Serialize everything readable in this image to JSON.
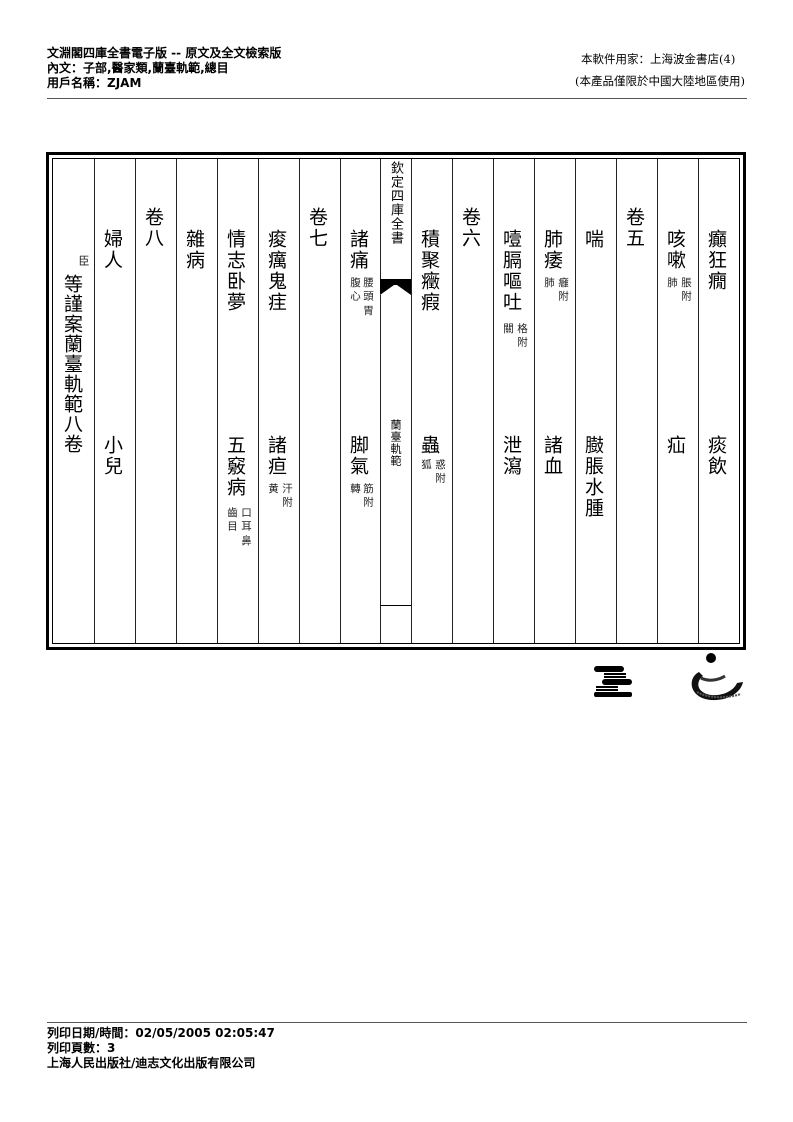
{
  "header": {
    "title": "文淵閣四庫全書電子版 -- 原文及全文檢索版",
    "content_line": "內文：子部,醫家類,蘭臺軌範,總目",
    "user_line": "用戶名稱：ZJAM",
    "licensee": "本軟件用家：上海波金書店(4)",
    "region_notice": "(本產品僅限於中國大陸地區使用)"
  },
  "page": {
    "center_column": {
      "top_title": "欽定四庫全書",
      "book_title": "蘭臺軌範"
    },
    "columns": [
      {
        "main_top": "癲狂癇",
        "main_bottom": "痰飲"
      },
      {
        "main_top": "咳嗽",
        "note_top": [
          "脹附",
          "肺"
        ],
        "main_bottom": "疝"
      },
      {
        "main_top": "卷五"
      },
      {
        "main_top": "喘",
        "main_bottom": "臌脹水腫"
      },
      {
        "main_top": "肺痿",
        "note_top": [
          "癰附",
          "肺"
        ],
        "main_bottom": "諸血"
      },
      {
        "main_top": "噎膈嘔吐",
        "note_top": [
          "格附",
          "關"
        ],
        "main_bottom": "泄瀉"
      },
      {
        "main_top": "卷六"
      },
      {
        "main_top": "積聚癥瘕",
        "main_bottom": "蟲",
        "note_bottom": [
          "惑附",
          "狐"
        ]
      },
      {
        "main_top": "諸痛",
        "note_top": [
          "腰頭",
          "腹心",
          "胃"
        ],
        "main_bottom": "脚氣",
        "note_bottom": [
          "筋附",
          "轉"
        ]
      },
      {
        "main_top": "卷七"
      },
      {
        "main_top": "痠癘鬼疰",
        "main_bottom": "諸疸",
        "note_bottom": [
          "汗附",
          "黄"
        ]
      },
      {
        "main_top": "情志卧夢",
        "main_bottom": "五竅病",
        "note_bottom": [
          "口耳",
          "齒目",
          "鼻"
        ]
      },
      {
        "main_top": "雜病"
      },
      {
        "main_top": "卷八"
      },
      {
        "main_top": "婦人",
        "main_bottom": "小兒"
      },
      {
        "minister": "臣",
        "main_top": "等謹案蘭臺軌範八卷"
      }
    ]
  },
  "footer": {
    "print_datetime": "列印日期/時間：02/05/2005 02:05:47",
    "print_pages": "列印頁數：3",
    "publisher": "上海人民出版社/迪志文化出版有限公司"
  },
  "logos": [
    "publisher-books-logo",
    "dizhi-brush-logo"
  ]
}
